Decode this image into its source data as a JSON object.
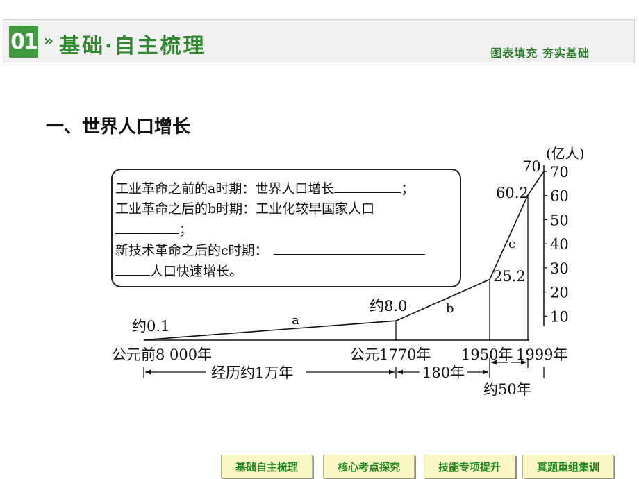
{
  "header": {
    "badge": "01",
    "arrows": "»",
    "title": "基础·自主梳理",
    "subtitle": "图表填充 夯实基础"
  },
  "section_heading": "一、世界人口增长",
  "textbox": {
    "line1": "工业革命之前的a时期：世界人口增长",
    "line1_end": "；",
    "line2": "工业革命之后的b时期：工业化较早国家人口",
    "line3_end": "；",
    "line4": "新技术革命之后的c时期：",
    "line5": "人口快速增长。"
  },
  "chart_data": {
    "type": "line",
    "title": "",
    "xlabel": "",
    "ylabel": "(亿人)",
    "y_ticks": [
      "10",
      "20",
      "30",
      "40",
      "50",
      "60",
      "70"
    ],
    "ylim": [
      0,
      70
    ],
    "points": [
      {
        "x": "公元前8 000年",
        "y": 0.1,
        "label": "约0.1"
      },
      {
        "x": "公元1770年",
        "y": 8.0,
        "label": "约8.0"
      },
      {
        "x": "1950年",
        "y": 25.2,
        "label": "25.2"
      },
      {
        "x": "1999年",
        "y": 60.2,
        "label": "60.2"
      },
      {
        "x": "",
        "y": 70,
        "label": "70"
      }
    ],
    "segment_labels": [
      "a",
      "b",
      "c"
    ],
    "spans": [
      {
        "label": "经历约1万年"
      },
      {
        "label": "180年"
      },
      {
        "label": "约50年"
      }
    ]
  },
  "nav": [
    "基础自主梳理",
    "核心考点探究",
    "技能专项提升",
    "真题重组集训"
  ]
}
